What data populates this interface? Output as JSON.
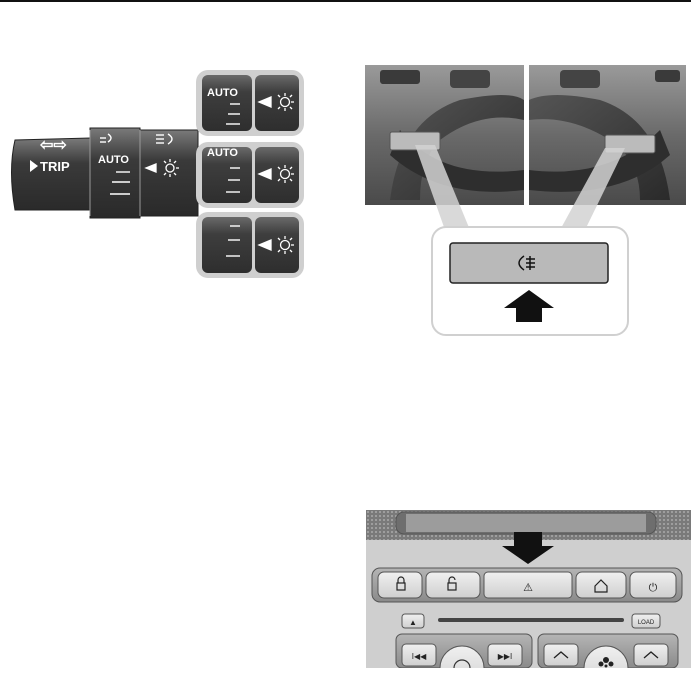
{
  "stalk": {
    "trip_label": "TRIP",
    "auto_label": "AUTO",
    "indicator_arrows": "⇦⇨"
  },
  "switch_states": [
    {
      "auto_label": "AUTO"
    },
    {
      "auto_label": "AUTO"
    },
    {
      "auto_label": ""
    }
  ],
  "center_console": {
    "load_label": "LOAD",
    "eject_symbol": "▲",
    "prev_symbol": "I◀◀",
    "next_symbol": "▶▶I",
    "hazard_symbol": "⚠",
    "power_symbol": "⏻"
  },
  "colors": {
    "switch_dark": "#3c3c3c",
    "panel_grey": "#d8d8d8",
    "button_light": "#e6e6e6",
    "arrow": "#111111"
  }
}
